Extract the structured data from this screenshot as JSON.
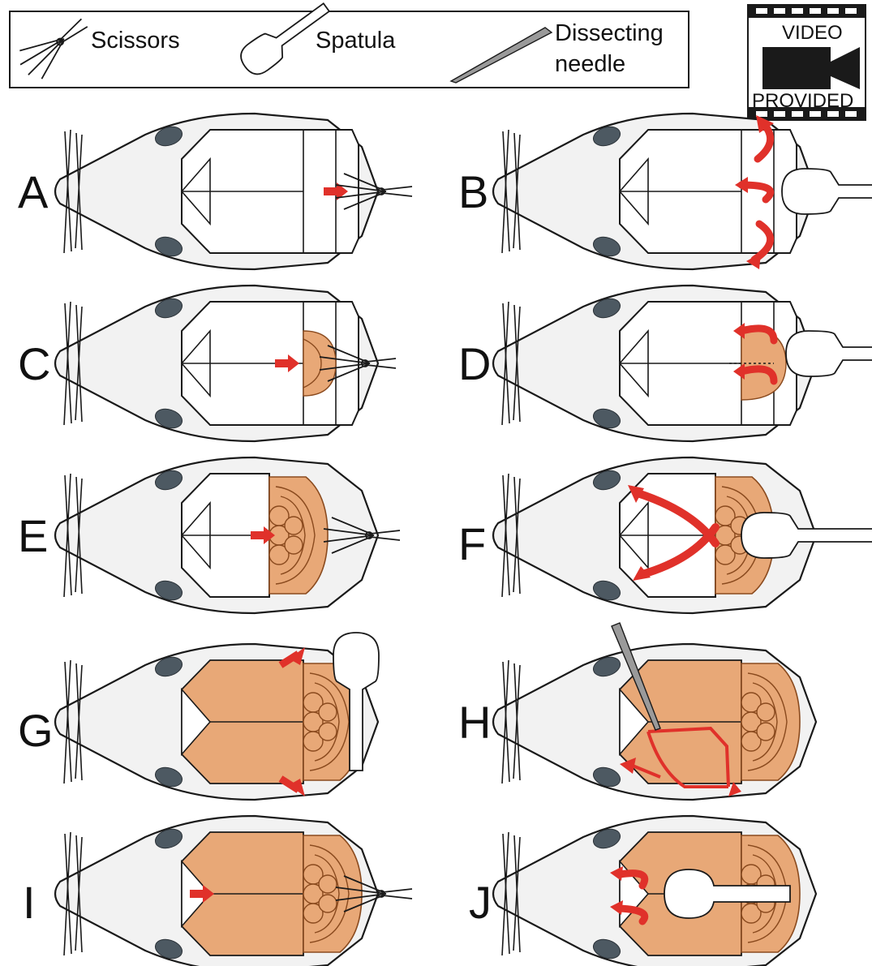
{
  "legend": {
    "scissors": "Scissors",
    "spatula": "Spatula",
    "needle_line1": "Dissecting",
    "needle_line2": "needle"
  },
  "video_badge": {
    "top": "VIDEO",
    "bottom": "PROVIDED",
    "icon": "video-camera-icon"
  },
  "panels": [
    {
      "id": "A",
      "letter": "A"
    },
    {
      "id": "B",
      "letter": "B"
    },
    {
      "id": "C",
      "letter": "C"
    },
    {
      "id": "D",
      "letter": "D"
    },
    {
      "id": "E",
      "letter": "E"
    },
    {
      "id": "F",
      "letter": "F"
    },
    {
      "id": "G",
      "letter": "G"
    },
    {
      "id": "H",
      "letter": "H"
    },
    {
      "id": "I",
      "letter": "I"
    },
    {
      "id": "J",
      "letter": "J"
    }
  ],
  "colors": {
    "brain": "#E8A877",
    "brain_stroke": "#8a4a1e",
    "arrow": "#E0312A",
    "head": "#f2f2f2",
    "eye": "#4d5962",
    "needle": "#9a9a9a"
  }
}
